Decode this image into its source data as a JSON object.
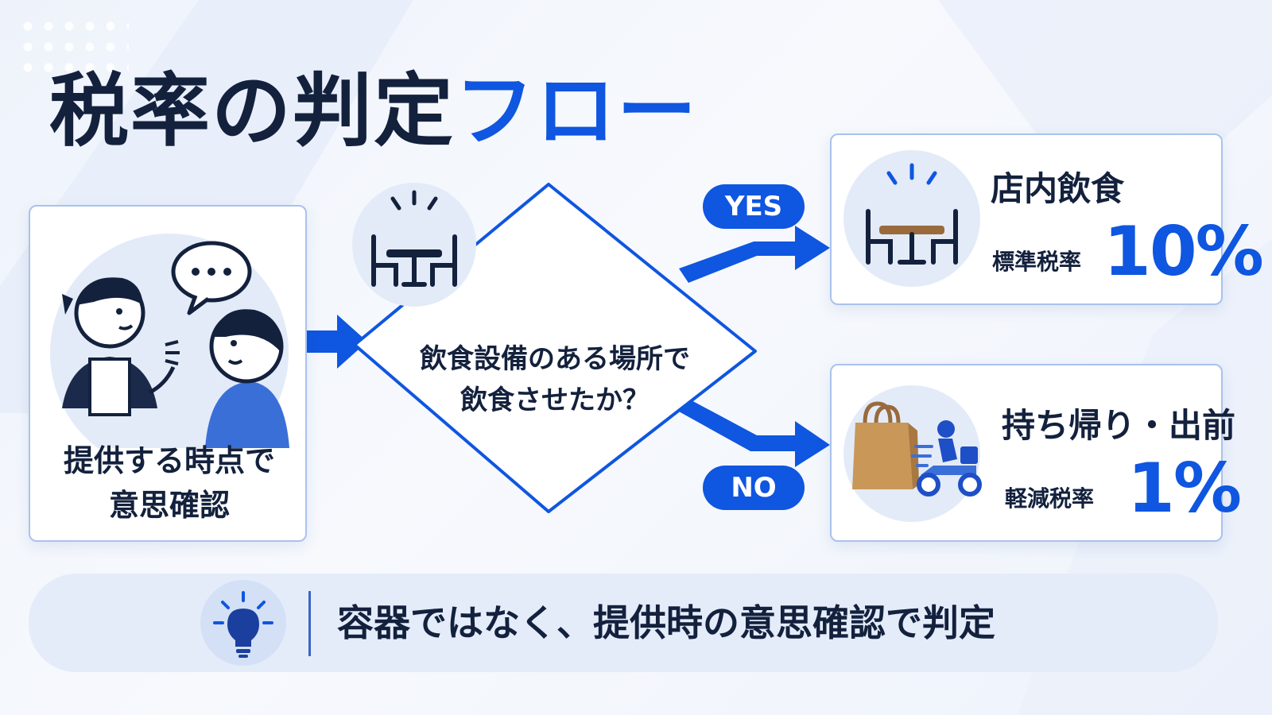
{
  "title": {
    "part1": "税率の判定",
    "part2": "フロー"
  },
  "start": {
    "line1": "提供する時点で",
    "line2": "意思確認"
  },
  "decision": {
    "line1": "飲食設備のある場所で",
    "line2": "飲食させたか？"
  },
  "branches": {
    "yes": "YES",
    "no": "NO"
  },
  "results": [
    {
      "title": "店内飲食",
      "rate_label": "標準税率",
      "rate_value": "10%"
    },
    {
      "title": "持ち帰り・出前",
      "rate_label": "軽減税率",
      "rate_value": "1%"
    }
  ],
  "footer": {
    "text": "容器ではなく、提供時の意思確認で判定"
  },
  "colors": {
    "accent": "#0f56e0",
    "dark": "#13213d",
    "border": "#a9c2ee",
    "soft": "#e4ecfa"
  }
}
